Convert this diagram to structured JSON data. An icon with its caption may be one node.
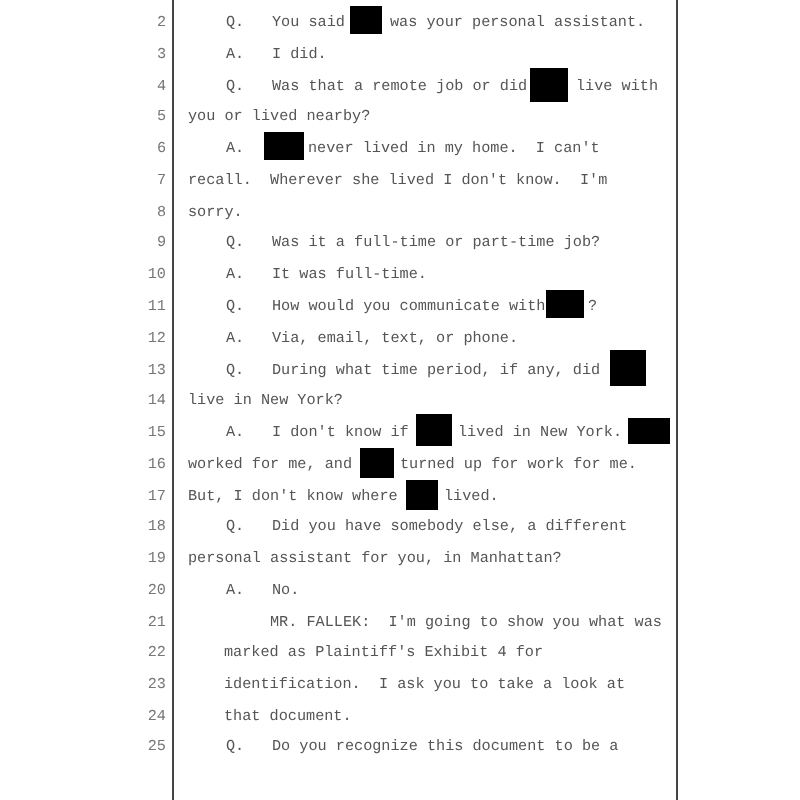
{
  "diagram": {
    "labels": [
      "2",
      "Q.",
      "You said",
      "was your personal assistant.",
      "3",
      "A.",
      "I did.",
      "4",
      "Q.",
      "Was that a remote job or did",
      "live with",
      "5",
      "you or lived nearby?",
      "6",
      "A.",
      "never lived in my home.  I can't",
      "7",
      "recall.  Wherever she lived I don't know.  I'm",
      "8",
      "sorry.",
      "9",
      "Q.",
      "Was it a full-time or part-time job?",
      "10",
      "A.",
      "It was full-time.",
      "11",
      "Q.",
      "How would you communicate with",
      "?",
      "12",
      "A.",
      "Via, email, text, or phone.",
      "13",
      "Q.",
      "During what time period, if any, did",
      "14",
      "live in New York?",
      "15",
      "A.",
      "I don't know if",
      "lived in New York.",
      "16",
      "worked for me, and",
      "turned up for work for me.",
      "17",
      "But, I don't know where",
      "lived.",
      "18",
      "Q.",
      "Did you have somebody else, a different",
      "19",
      "personal assistant for you, in Manhattan?",
      "20",
      "A.",
      "No.",
      "21",
      "MR. FALLEK:  I'm going to show you what was",
      "22",
      "marked as Plaintiff's Exhibit 4 for",
      "23",
      "identification.  I ask you to take a look at",
      "24",
      "that document.",
      "25",
      "Q.",
      "Do you recognize this document to be a"
    ]
  }
}
